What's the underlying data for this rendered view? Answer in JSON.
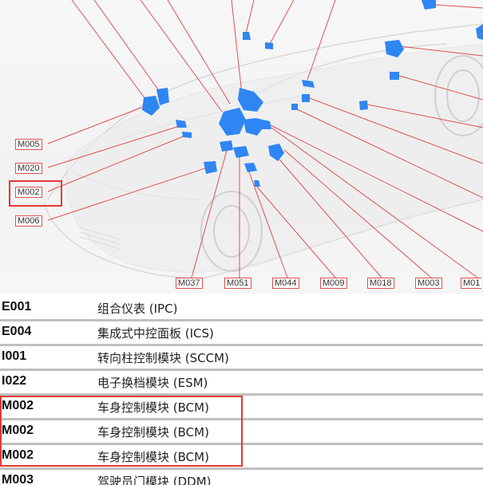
{
  "callouts": {
    "m005": "M005",
    "m020": "M020",
    "m002": "M002",
    "m006": "M006",
    "m037": "M037",
    "m051": "M051",
    "m044": "M044",
    "m009": "M009",
    "m018": "M018",
    "m003": "M003",
    "m01x": "M01"
  },
  "colors": {
    "module_blue": "#2f86f2",
    "leader_red": "#e05050",
    "highlight_red": "#e53935",
    "row_divider": "#c0c0c0"
  },
  "components": [
    {
      "code": "E001",
      "name": "组合仪表 (IPC)"
    },
    {
      "code": "E004",
      "name": "集成式中控面板 (ICS)"
    },
    {
      "code": "I001",
      "name": "转向柱控制模块 (SCCM)"
    },
    {
      "code": "I022",
      "name": "电子换档模块 (ESM)"
    },
    {
      "code": "M002",
      "name": "车身控制模块 (BCM)"
    },
    {
      "code": "M002",
      "name": "车身控制模块 (BCM)"
    },
    {
      "code": "M002",
      "name": "车身控制模块 (BCM)"
    },
    {
      "code": "M003",
      "name": "驾驶员门模块 (DDM)"
    }
  ]
}
